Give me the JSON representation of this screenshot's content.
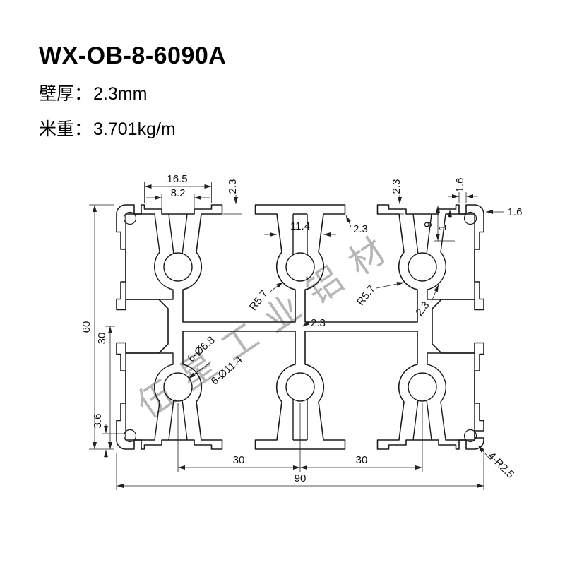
{
  "header": {
    "model": "WX-OB-8-6090A",
    "wall_label": "壁厚：",
    "wall_value": "2.3mm",
    "weight_label": "米重：",
    "weight_value": "3.701kg/m"
  },
  "watermark": {
    "text": "伍星工业铝材"
  },
  "drawing": {
    "description": "Cross-section of 60x90 industrial aluminum T-slot extrusion profile with 6 core holes and 4 corner holes",
    "dims": {
      "recess_width": "16.5",
      "mouth_width": "8.2",
      "lip_depth_left": "2.3",
      "lip_depth_right": "2.3",
      "corner_notch_width": "1.6",
      "corner_height": "9",
      "corner_step": "1",
      "corner_wall": "1.6",
      "neck_width": "11.4",
      "neck_wall": "2.3",
      "boss_radius_left": "R5.7",
      "boss_radius_right": "R5.7",
      "wall_diag": "2.3",
      "web_width": "2.3",
      "overall_height": "60",
      "half_height": "30",
      "hole_small": "6-Ø6.8",
      "hole_large": "6-Ø11.4",
      "corner_offset": "3.6",
      "hole_pitch_left": "30",
      "hole_pitch_right": "30",
      "overall_width": "90",
      "corner_radius": "4-R2.5"
    }
  }
}
